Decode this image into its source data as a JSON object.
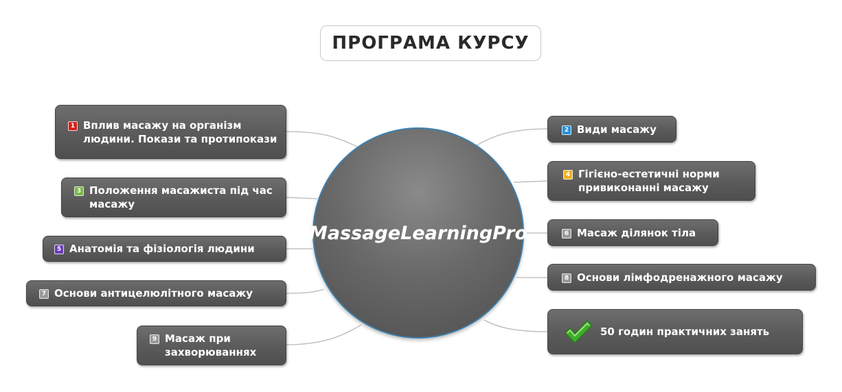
{
  "title": "ПРОГРАМА КУРСУ",
  "center": "MassageLearningPro",
  "colors": {
    "badge_gray": "#9a9a9a",
    "badge_1": "#d4201c",
    "badge_2": "#2a8fd8",
    "badge_3": "#7ab648",
    "badge_4": "#f0b020",
    "badge_5": "#6a3bb8",
    "connector": "#b8b8b8",
    "check": "#3fae2a"
  },
  "left_nodes": [
    {
      "badge": "1",
      "text": "Вплив масажу на організм людини. Покази та протипокази"
    },
    {
      "badge": "3",
      "text": "Положення масажиста під час масажу"
    },
    {
      "badge": "5",
      "text": "Анатомія та фізіологія людини"
    },
    {
      "badge": "7",
      "text": "Основи антицелюлітного масажу"
    },
    {
      "badge": "9",
      "text": "Масаж при захворюваннях"
    }
  ],
  "right_nodes": [
    {
      "badge": "2",
      "text": "Види масажу"
    },
    {
      "badge": "4",
      "text": "Гігієно-естетичні норми привиконанні масажу"
    },
    {
      "badge": "6",
      "text": "Масаж ділянок тіла"
    },
    {
      "badge": "8",
      "text": "Основи лімфодренажного масажу"
    },
    {
      "badge": "",
      "text": "50 годин практичних занять",
      "icon": "checkmark-icon"
    }
  ]
}
